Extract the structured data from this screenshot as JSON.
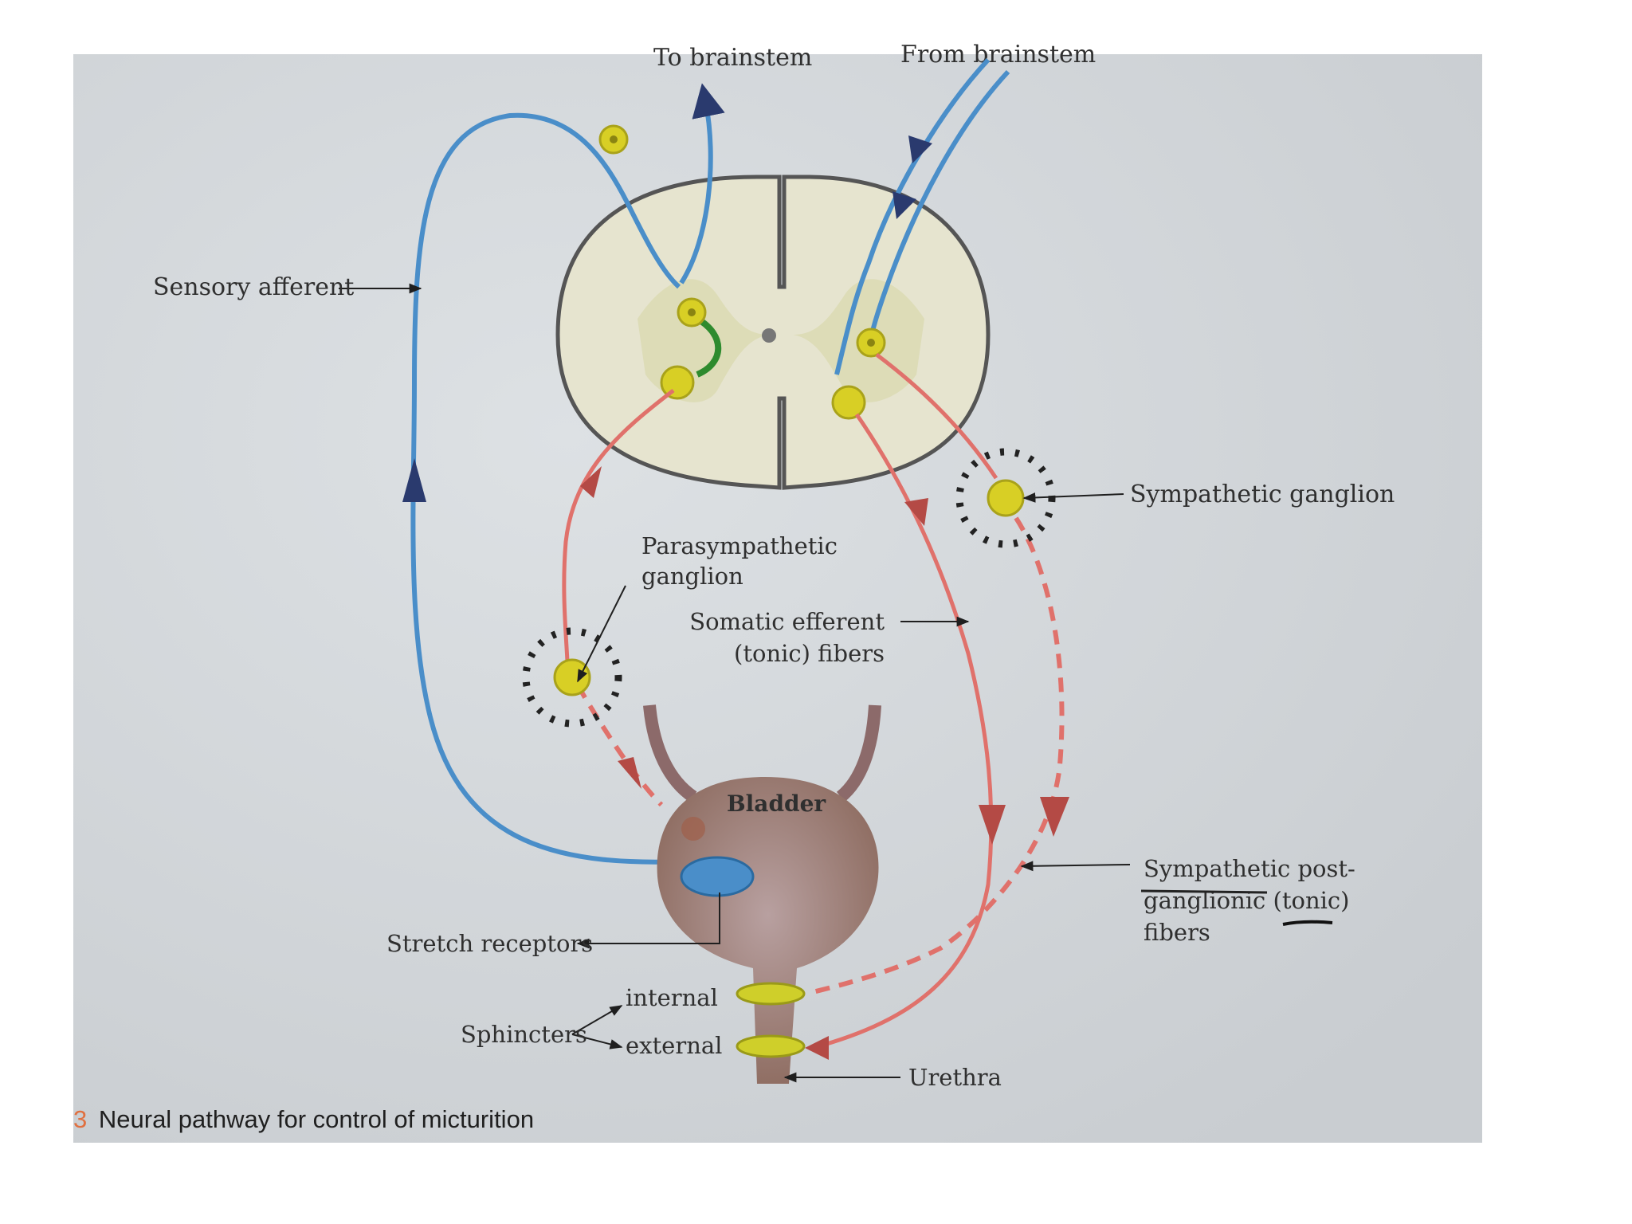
{
  "figure": {
    "caption_number": "3",
    "caption_text": "Neural pathway for control of micturition"
  },
  "labels": {
    "to_brainstem": "To brainstem",
    "from_brainstem": "From brainstem",
    "sensory_afferent": "Sensory afferent",
    "sympathetic_ganglion": "Sympathetic ganglion",
    "parasympathetic_ganglion_line1": "Parasympathetic",
    "parasympathetic_ganglion_line2": "ganglion",
    "somatic_efferent_line1": "Somatic efferent",
    "somatic_efferent_line2": "(tonic) fibers",
    "bladder": "Bladder",
    "sympathetic_post_line1": "Sympathetic post-",
    "sympathetic_post_line2": "ganglionic (tonic)",
    "sympathetic_post_line3": "fibers",
    "stretch_receptors": "Stretch receptors",
    "sphincters": "Sphincters",
    "internal": "internal",
    "external": "external",
    "urethra": "Urethra"
  },
  "colors": {
    "photo_background": "#d9dde0",
    "afferent_blue": "#4a8ec9",
    "efferent_red": "#e0716b",
    "ganglion_yellow": "#d8cf25",
    "spinal_cord_fill": "#e6e4cf",
    "bladder_brown": "#a07e74",
    "sphincter_yellow": "#cfcf2a",
    "interneuron_green": "#2e8b2e"
  }
}
